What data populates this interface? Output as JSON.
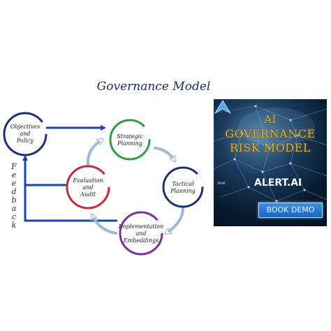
{
  "diagram": {
    "title": "Governance Model",
    "nodes": {
      "objectives": [
        "Objectives",
        "and",
        "Policy"
      ],
      "strategic": [
        "Strategic",
        "Planning"
      ],
      "tactical": [
        "Tactical",
        "Planning"
      ],
      "implementation": [
        "Implementation",
        "and",
        "Embeddings"
      ],
      "evaluation": [
        "Evaluation",
        "and",
        "Audit"
      ]
    },
    "feedback_label": "Feedback",
    "colors": {
      "strategic": "#2e9e46",
      "tactical": "#1c2f7a",
      "implementation": "#7b2fa6",
      "evaluation": "#c8283a",
      "objectives": "#1c2f7a",
      "arrows": "#1a44b8",
      "cycle_arrows": "#b7cfe3"
    }
  },
  "banner": {
    "headline": [
      "AI",
      "GOVERNANCE",
      "RISK MODEL"
    ],
    "brand": "ALERT.AI",
    "button_label": "BOOK DEMO",
    "tag": "Risk",
    "colors": {
      "gold": "#d8b34a",
      "button": "#1f77d6"
    }
  }
}
